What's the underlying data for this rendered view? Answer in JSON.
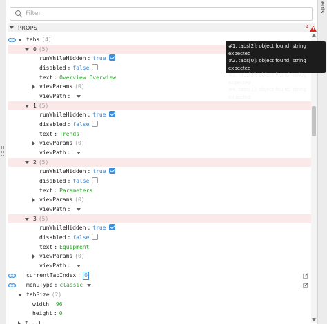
{
  "filter": {
    "placeholder": "Filter"
  },
  "side_tab": {
    "label": "ents"
  },
  "props_header": {
    "label": "PROPS",
    "warning_count": "4"
  },
  "tooltip": {
    "lines": [
      "#1. tabs[2]: object found, string expected",
      "#2. tabs[0]: object found, string expected",
      "#3. tabs[3]: object found, string expected",
      "#4. tabs[1]: object found, string expected"
    ]
  },
  "tabs": {
    "key": "tabs",
    "count": "[4]",
    "items": [
      {
        "index": "0",
        "count": "(5)",
        "runWhileHidden": "true",
        "disabled": "false",
        "text": "Overview Overview",
        "viewParams_count": "(0)"
      },
      {
        "index": "1",
        "count": "(5)",
        "runWhileHidden": "true",
        "disabled": "false",
        "text": "Trends",
        "viewParams_count": "(0)"
      },
      {
        "index": "2",
        "count": "(5)",
        "runWhileHidden": "true",
        "disabled": "false",
        "text": "Parameters",
        "viewParams_count": "(0)"
      },
      {
        "index": "3",
        "count": "(5)",
        "runWhileHidden": "true",
        "disabled": "false",
        "text": "Equipment",
        "viewParams_count": "(0)"
      }
    ]
  },
  "labels": {
    "runWhileHidden": "runWhileHidden",
    "disabled": "disabled",
    "text": "text",
    "viewParams": "viewParams",
    "viewPath": "viewPath"
  },
  "currentTabIndex": {
    "key": "currentTabIndex",
    "value": "0"
  },
  "menuType": {
    "key": "menuType",
    "value": "classic"
  },
  "tabSize": {
    "key": "tabSize",
    "count": "(2)",
    "width_key": "width",
    "width_value": "96",
    "height_key": "height",
    "height_value": "0"
  },
  "partial_row": {
    "key": "t...l.",
    "value": ""
  }
}
